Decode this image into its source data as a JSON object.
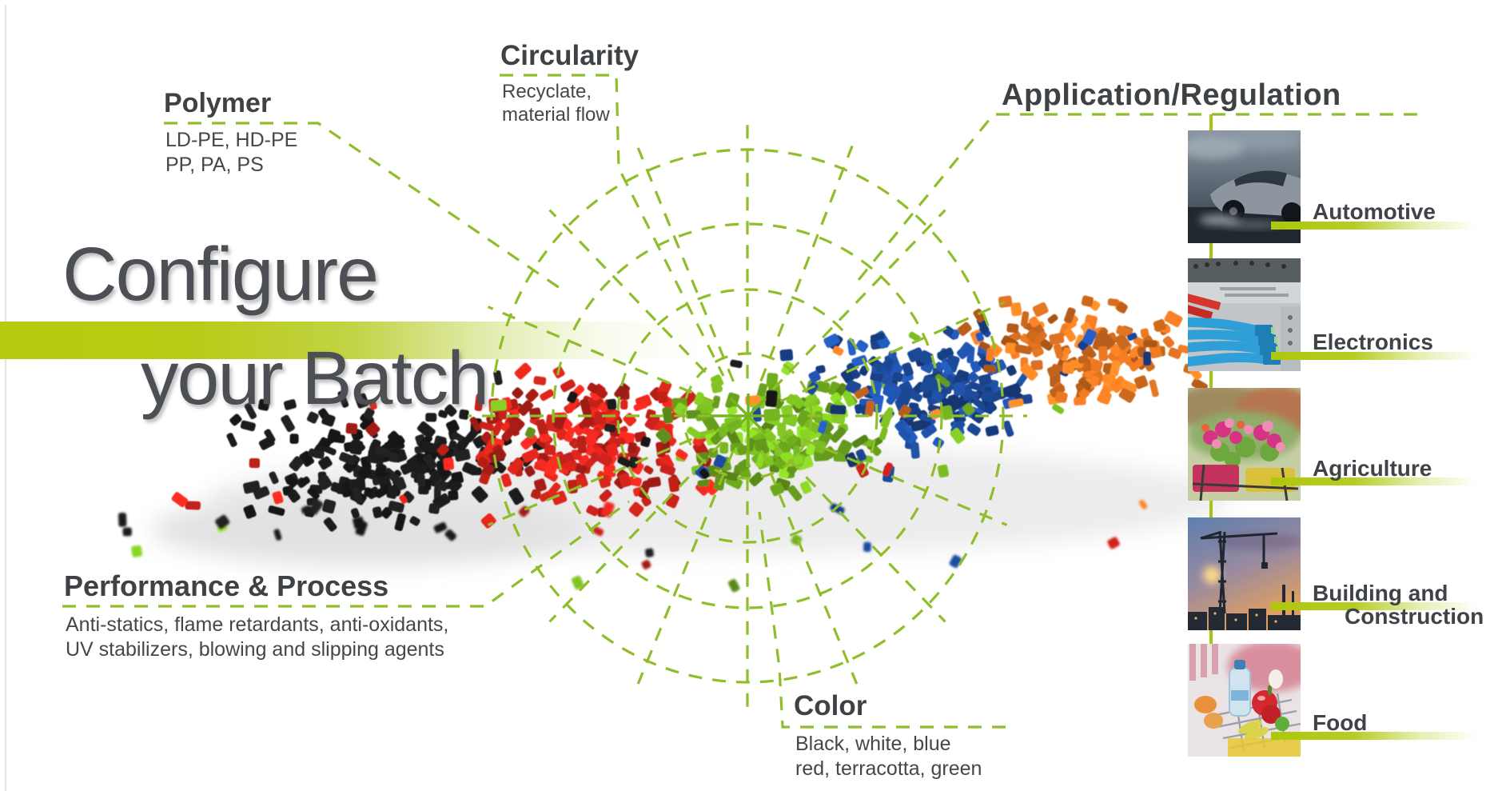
{
  "slide": {
    "title": {
      "line1": "Configure",
      "line2": "your Batch"
    },
    "axes": {
      "polymer": {
        "heading": "Polymer",
        "lines": [
          "LD-PE, HD-PE",
          "PP, PA, PS"
        ]
      },
      "circularity": {
        "heading": "Circularity",
        "lines": [
          "Recyclate,",
          "material flow"
        ]
      },
      "application": {
        "heading": "Application/Regulation",
        "lines": []
      },
      "performance": {
        "heading": "Performance & Process",
        "lines": [
          "Anti-statics, flame retardants, anti-oxidants,",
          "UV stabilizers, blowing and slipping agents"
        ]
      },
      "color": {
        "heading": "Color",
        "lines": [
          "Black, white, blue",
          "red, terracotta, green"
        ]
      }
    },
    "applications": [
      {
        "label_lines": [
          "Automotive"
        ],
        "image": "car-on-rainy-road"
      },
      {
        "label_lines": [
          "Electronics"
        ],
        "image": "network-cables"
      },
      {
        "label_lines": [
          "Agriculture"
        ],
        "image": "balcony-flower-planters"
      },
      {
        "label_lines": [
          "Building and",
          "Construction"
        ],
        "image": "construction-cranes-at-dusk"
      },
      {
        "label_lines": [
          "Food"
        ],
        "image": "grocery-shopping-cart"
      }
    ],
    "colors": {
      "accent_bar": "#b5cb10",
      "dashed_line": "#8fbe2b",
      "solid_line": "#76b520",
      "heading_text": "#3f4347",
      "pellets": {
        "black": "#1c1c1c",
        "red": "#d6251c",
        "green": "#79bb22",
        "blue": "#1e4da0",
        "orange": "#e87722"
      }
    }
  }
}
